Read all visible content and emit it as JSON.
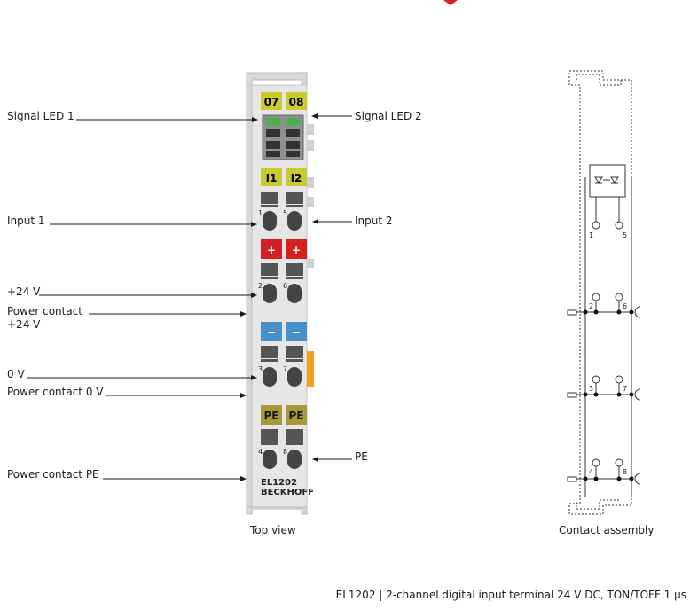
{
  "callouts": {
    "signal_led_1": "Signal LED 1",
    "signal_led_2": "Signal LED 2",
    "input_1": "Input 1",
    "input_2": "Input 2",
    "plus_24v": "+24 V",
    "power_contact_24v_line1": "Power contact",
    "power_contact_24v_line2": "+24 V",
    "zero_v": "0 V",
    "power_contact_0v": "Power contact 0 V",
    "power_contact_pe": "Power contact PE",
    "pe": "PE"
  },
  "terminal": {
    "led_labels": [
      "07",
      "08"
    ],
    "input_labels": [
      "I1",
      "I2"
    ],
    "plus_labels": [
      "+",
      "+"
    ],
    "minus_labels": [
      "−",
      "−"
    ],
    "pe_labels": [
      "PE",
      "PE"
    ],
    "pin_numbers": [
      "1",
      "5",
      "2",
      "6",
      "3",
      "7",
      "4",
      "8"
    ],
    "model": "EL1202",
    "brand": "BECKHOFF"
  },
  "schematic": {
    "pin_numbers": [
      "1",
      "5",
      "2",
      "6",
      "3",
      "7",
      "4",
      "8"
    ]
  },
  "captions": {
    "top_view": "Top view",
    "contact_assembly": "Contact assembly"
  },
  "footer": "EL1202 | 2-channel digital input terminal 24 V DC, TON/TOFF 1 µs",
  "colors": {
    "yellow": "#c9c930",
    "red": "#d42020",
    "blue": "#4a90c8",
    "orange": "#f0a020",
    "khaki": "#a89838",
    "housing": "#e6e6e6"
  }
}
